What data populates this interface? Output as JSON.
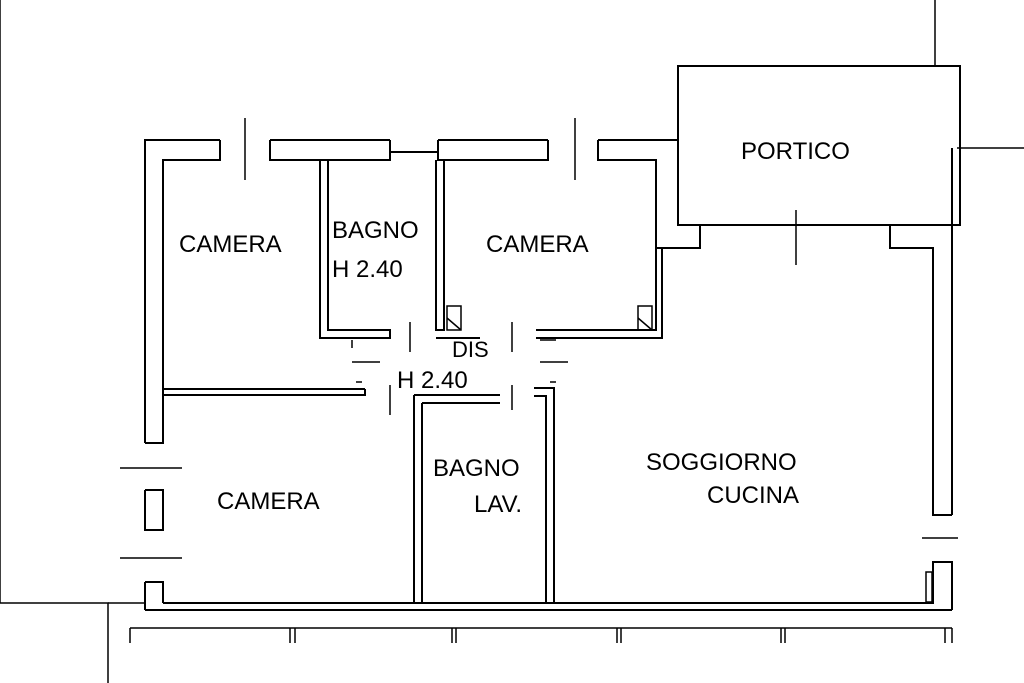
{
  "rooms": {
    "portico": "PORTICO",
    "camera_nw": "CAMERA",
    "bagno_top_name": "BAGNO",
    "bagno_top_height": "H 2.40",
    "camera_n": "CAMERA",
    "dis_name": "DIS",
    "dis_height": "H 2.40",
    "bagno_lav_name": "BAGNO",
    "bagno_lav_sub": "LAV.",
    "camera_sw": "CAMERA",
    "soggiorno": "SOGGIORNO",
    "cucina": "CUCINA"
  }
}
